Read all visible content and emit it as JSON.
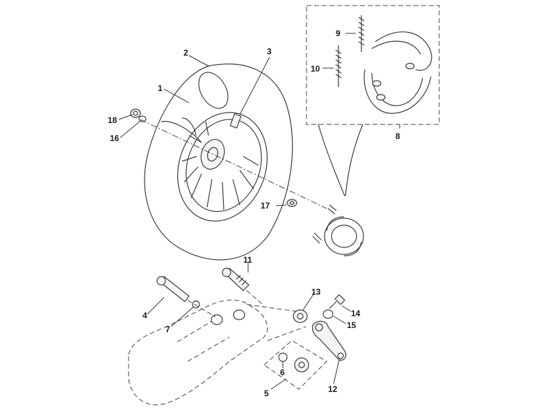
{
  "labels": {
    "p1": "1",
    "p2": "2",
    "p3": "3",
    "p4": "4",
    "p5": "5",
    "p6": "6",
    "p7": "7",
    "p8": "8",
    "p9": "9",
    "p10": "10",
    "p11": "11",
    "p12": "12",
    "p13": "13",
    "p14": "14",
    "p15": "15",
    "p16": "16",
    "p17": "17",
    "p18": "18"
  }
}
